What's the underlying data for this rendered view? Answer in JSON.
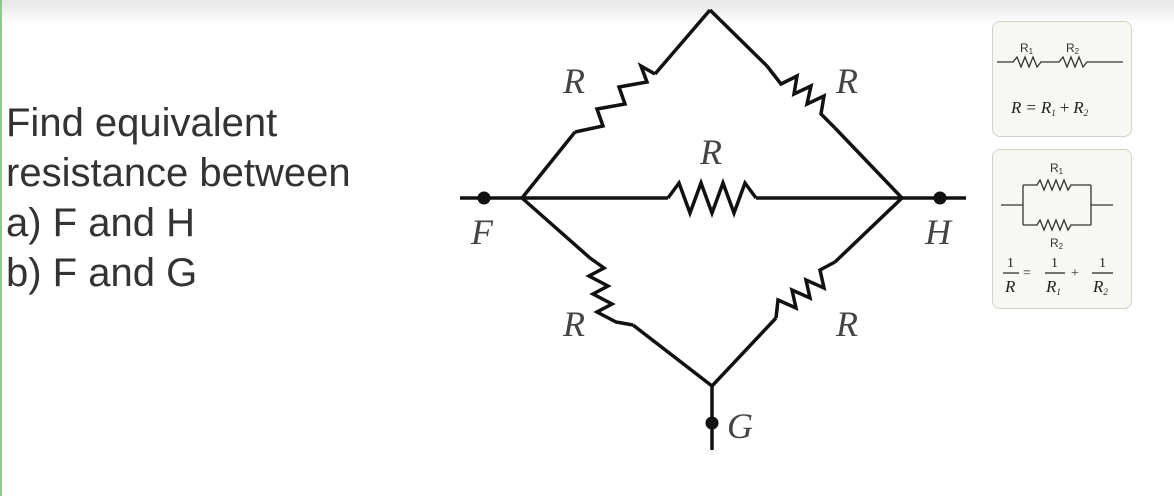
{
  "question": {
    "line1": "Find equivalent",
    "line2": "resistance between",
    "line3": "a)  F and H",
    "line4": "b)  F and G"
  },
  "circuit": {
    "resistor_label": "R",
    "node_f": "F",
    "node_h": "H",
    "node_g": "G"
  },
  "reference_series": {
    "r1": "R",
    "r1_sub": "1",
    "r2": "R",
    "r2_sub": "2",
    "formula_lhs": "R",
    "formula_eq": "=",
    "formula_plus": "+",
    "formula_r": "R",
    "formula_sub1": "1",
    "formula_sub2": "2"
  },
  "reference_parallel": {
    "r1": "R",
    "r1_sub": "1",
    "r2": "R",
    "r2_sub": "2",
    "numerator": "1",
    "den_r": "R",
    "sub1": "1",
    "sub2": "2",
    "eq": "=",
    "plus": "+"
  }
}
